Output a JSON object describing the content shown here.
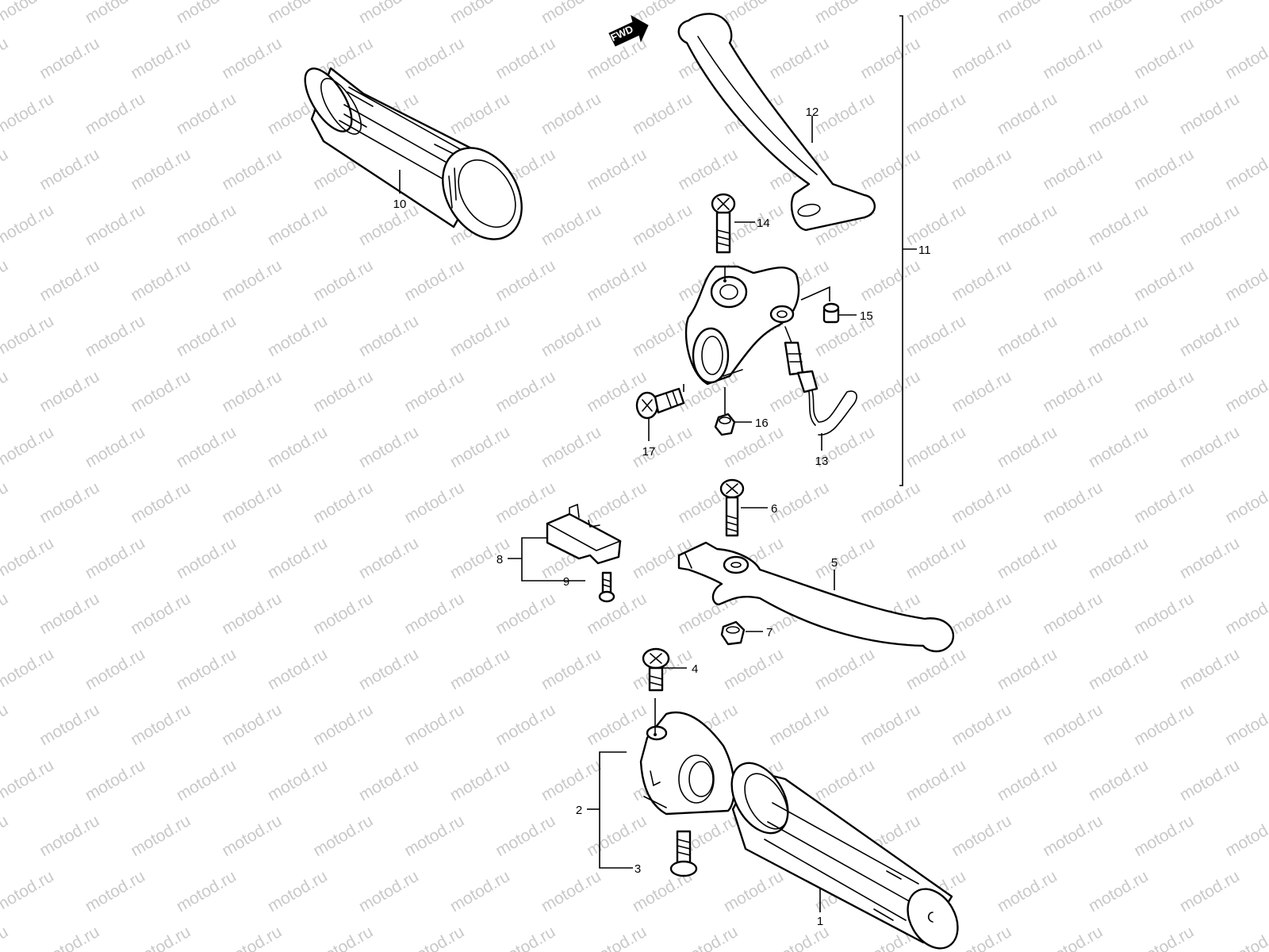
{
  "watermark": {
    "text": "motod.ru",
    "color": "#c9c9c9",
    "angle_deg": -30
  },
  "fwd_label": "FWD",
  "callouts": [
    {
      "id": "1",
      "label": "1"
    },
    {
      "id": "2",
      "label": "2"
    },
    {
      "id": "3",
      "label": "3"
    },
    {
      "id": "4",
      "label": "4"
    },
    {
      "id": "5",
      "label": "5"
    },
    {
      "id": "6",
      "label": "6"
    },
    {
      "id": "7",
      "label": "7"
    },
    {
      "id": "8",
      "label": "8"
    },
    {
      "id": "9",
      "label": "9"
    },
    {
      "id": "10",
      "label": "10"
    },
    {
      "id": "11",
      "label": "11"
    },
    {
      "id": "12",
      "label": "12"
    },
    {
      "id": "13",
      "label": "13"
    },
    {
      "id": "14",
      "label": "14"
    },
    {
      "id": "15",
      "label": "15"
    },
    {
      "id": "16",
      "label": "16"
    },
    {
      "id": "17",
      "label": "17"
    }
  ]
}
